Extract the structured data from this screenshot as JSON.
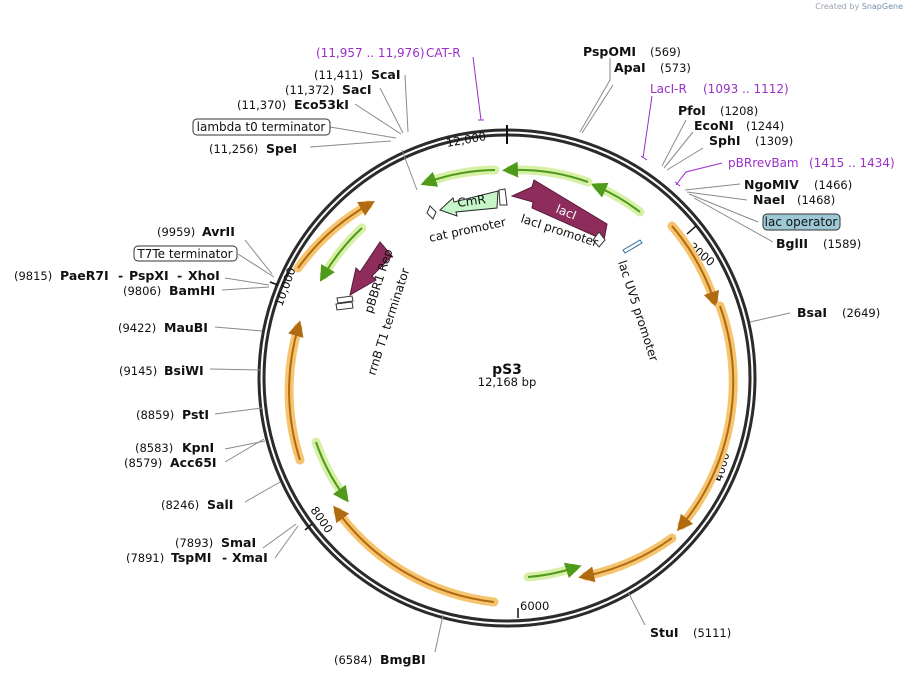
{
  "credit": {
    "prefix": "Created by",
    "brand": "SnapGene"
  },
  "plasmid": {
    "name": "pS3",
    "size_label": "12,168 bp",
    "length": 12168
  },
  "ticks": [
    {
      "pos": 2000,
      "label": "2000"
    },
    {
      "pos": 4000,
      "label": "4000"
    },
    {
      "pos": 6000,
      "label": "6000"
    },
    {
      "pos": 8000,
      "label": "8000"
    },
    {
      "pos": 10000,
      "label": "10,000"
    },
    {
      "pos": 12000,
      "label": "12,000"
    }
  ],
  "enzymes": [
    {
      "name": "PspOMI",
      "pos_label": "(569)"
    },
    {
      "name": "ApaI",
      "pos_label": "(573)"
    },
    {
      "name": "PfoI",
      "pos_label": "(1208)"
    },
    {
      "name": "EcoNI",
      "pos_label": "(1244)"
    },
    {
      "name": "SphI",
      "pos_label": "(1309)"
    },
    {
      "name": "NgoMIV",
      "pos_label": "(1466)"
    },
    {
      "name": "NaeI",
      "pos_label": "(1468)"
    },
    {
      "name": "BglII",
      "pos_label": "(1589)"
    },
    {
      "name": "BsaI",
      "pos_label": "(2649)"
    },
    {
      "name": "StuI",
      "pos_label": "(5111)"
    },
    {
      "name": "BmgBI",
      "pos_label": "(6584)"
    },
    {
      "name": "SmaI",
      "pos_label": "(7893)"
    },
    {
      "name": "TspMI",
      "pos_label": "(7891)",
      "suffix": "XmaI"
    },
    {
      "name": "SalI",
      "pos_label": "(8246)"
    },
    {
      "name": "KpnI",
      "pos_label": "(8583)"
    },
    {
      "name": "Acc65I",
      "pos_label": "(8579)"
    },
    {
      "name": "PstI",
      "pos_label": "(8859)"
    },
    {
      "name": "BsiWI",
      "pos_label": "(9145)"
    },
    {
      "name": "MauBI",
      "pos_label": "(9422)"
    },
    {
      "name": "PaeR7I",
      "pos_label": "(9815)",
      "suffix1": "PspXI",
      "suffix2": "XhoI"
    },
    {
      "name": "BamHI",
      "pos_label": "(9806)"
    },
    {
      "name": "AvrII",
      "pos_label": "(9959)"
    },
    {
      "name": "SpeI",
      "pos_label": "(11,256)"
    },
    {
      "name": "Eco53kI",
      "pos_label": "(11,370)"
    },
    {
      "name": "SacI",
      "pos_label": "(11,372)"
    },
    {
      "name": "ScaI",
      "pos_label": "(11,411)"
    }
  ],
  "primers": [
    {
      "name": "CAT-R",
      "range": "(11,957 .. 11,976)"
    },
    {
      "name": "LacI-R",
      "range": "(1093 .. 1112)"
    },
    {
      "name": "pBRrevBam",
      "range": "(1415 .. 1434)"
    }
  ],
  "boxed_features": [
    {
      "name": "lambda t0 terminator"
    },
    {
      "name": "T7Te terminator"
    },
    {
      "name": "lac operator"
    }
  ],
  "features": [
    {
      "name": "CmR"
    },
    {
      "name": "lacI"
    },
    {
      "name": "pBBR1 Rep"
    },
    {
      "name": "cat promoter"
    },
    {
      "name": "lacI promoter"
    },
    {
      "name": "lac UV5 promoter"
    },
    {
      "name": "rrnB T1 terminator"
    }
  ],
  "colors": {
    "backbone": "#2b2b2b",
    "orange_halo": "#f6c46e",
    "orange_arrow": "#b06a10",
    "green_halo": "#d7f0a8",
    "green_arrow": "#4f9a1a",
    "maroon": "#8e2d5c",
    "cmr_fill": "#c6f5c8",
    "primer": "#9b2fc9",
    "lac_operator_fill": "#9dc9d6"
  }
}
